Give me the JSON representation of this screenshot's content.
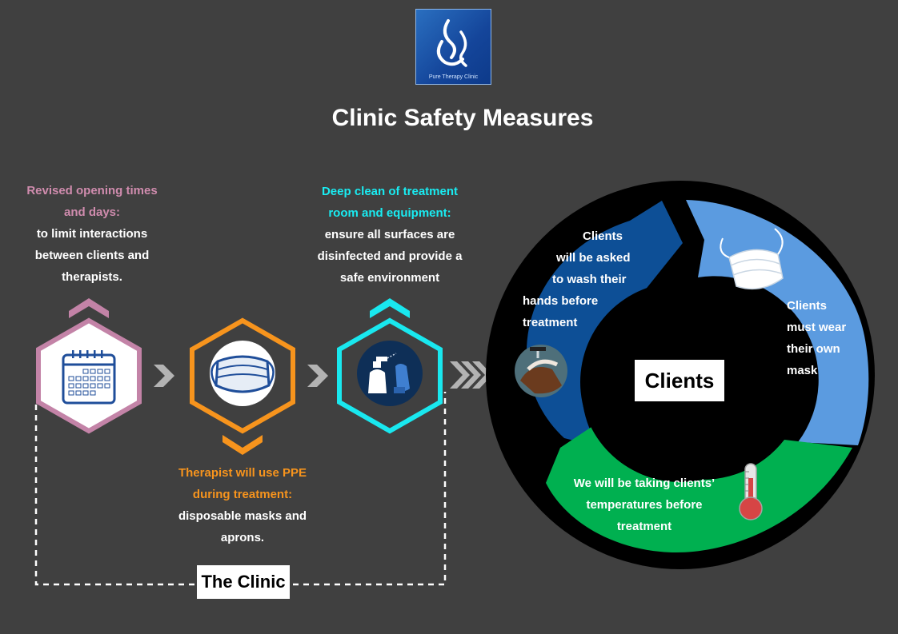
{
  "logo": {
    "text": "Pure Therapy Clinic"
  },
  "title": "Clinic Safety Measures",
  "steps": [
    {
      "heading": [
        "Revised opening  times",
        "and days:"
      ],
      "body": [
        "to limit interactions",
        "between clients and",
        "therapists."
      ],
      "accent": "#c383a7",
      "icon": "calendar-icon"
    },
    {
      "heading": [
        "Therapist will use PPE",
        "during treatment:"
      ],
      "body": [
        "disposable masks and",
        "aprons."
      ],
      "accent": "#f7941d",
      "icon": "face-mask-icon"
    },
    {
      "heading": [
        "Deep clean of treatment",
        "room and equipment:"
      ],
      "body": [
        "ensure all surfaces are",
        "disinfected and provide a",
        "safe environment"
      ],
      "accent": "#19e8ef",
      "icon": "spray-bottle-icon"
    }
  ],
  "clinic_label": "The Clinic",
  "clients": {
    "center_label": "Clients",
    "segments": [
      {
        "lines": [
          "Clients",
          "will be asked",
          "to wash their",
          "hands before",
          "treatment"
        ],
        "color": "#0d4f96",
        "icon": "hand-washing-icon"
      },
      {
        "lines": [
          "Clients",
          "must wear",
          "their own",
          "mask"
        ],
        "color": "#5b9be0",
        "icon": "face-mask-icon"
      },
      {
        "lines": [
          "We will be taking clients’",
          "temperatures before",
          "treatment"
        ],
        "color": "#00b050",
        "icon": "thermometer-icon"
      }
    ]
  }
}
